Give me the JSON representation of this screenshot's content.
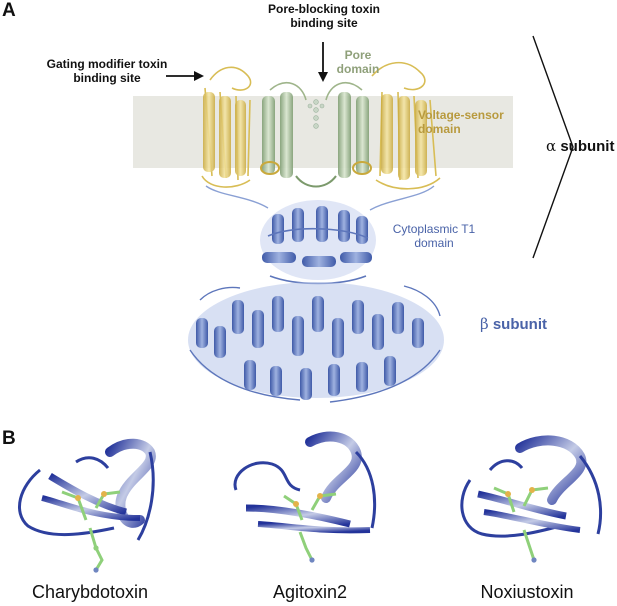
{
  "panel_a": {
    "letter": "A",
    "labels": {
      "pore_blocking_line1": "Pore-blocking toxin",
      "pore_blocking_line2": "binding site",
      "gating_modifier_line1": "Gating modifier toxin",
      "gating_modifier_line2": "binding site",
      "pore_domain_line1": "Pore",
      "pore_domain_line2": "domain",
      "voltage_sensor_line1": "Voltage-sensor",
      "voltage_sensor_line2": "domain",
      "cytoplasmic_line1": "Cytoplasmic T1",
      "cytoplasmic_line2": "domain",
      "alpha_symbol": "α",
      "alpha_word": "subunit",
      "beta_symbol": "β",
      "beta_word": "subunit"
    },
    "colors": {
      "membrane": "#e8e8e2",
      "voltage_sensor": "#e6cf74",
      "pore": "#a9bf98",
      "cytoplasmic": "#7b93cc",
      "beta": "#6f86c0",
      "label_green": "#8fa07a",
      "label_gold": "#b89a3e",
      "label_blue": "#4a63a8"
    }
  },
  "panel_b": {
    "letter": "B",
    "toxins": [
      {
        "name": "Charybdotoxin"
      },
      {
        "name": "Agitoxin2"
      },
      {
        "name": "Noxiustoxin"
      }
    ],
    "colors": {
      "ribbon": "#2d3f9e",
      "ribbon_light": "#b8bfd8",
      "disulfide": "#8fd07a",
      "sulfur": "#e3b34a"
    }
  }
}
